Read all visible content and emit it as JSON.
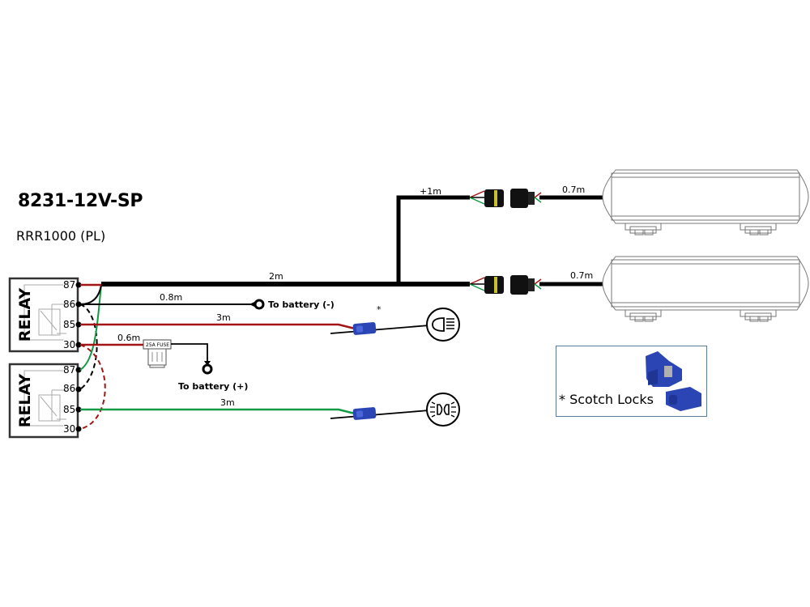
{
  "header": {
    "title": "8231-12V-SP",
    "subtitle": "RRR1000 (PL)"
  },
  "colors": {
    "wire_black": "#000000",
    "wire_red": "#a31515",
    "wire_green": "#119944",
    "scotch_lock_blue": "#2b45b5",
    "legend_border": "#5a7a96"
  },
  "relays": [
    {
      "label": "RELAY",
      "pins": [
        "87",
        "86",
        "85",
        "30"
      ]
    },
    {
      "label": "RELAY",
      "pins": [
        "87",
        "86",
        "85",
        "30"
      ]
    }
  ],
  "wire_labels": {
    "main_harness": "2m",
    "upper_branch": "+1m",
    "upper_lightbar_lead": "0.7m",
    "lower_lightbar_lead": "0.7m",
    "ground_lead": "0.8m",
    "fuse_lead": "0.6m",
    "high_beam_trigger": "3m",
    "low_beam_trigger": "3m"
  },
  "terminals": {
    "battery_negative": "To battery (-)",
    "battery_positive": "To battery (+)"
  },
  "fuse": {
    "label": "25A FUSE"
  },
  "annotations": {
    "scotch_lock_marker": "*"
  },
  "legend": {
    "text": "* Scotch Locks"
  },
  "icons": {
    "high_beam": "high-beam-headlight-icon",
    "low_beam": "low-beam-headlight-icon",
    "lightbar": "led-light-bar-icon",
    "connector": "waterproof-connector-icon",
    "scotch_lock": "scotch-lock-icon",
    "ring_terminal": "ring-terminal-icon"
  }
}
